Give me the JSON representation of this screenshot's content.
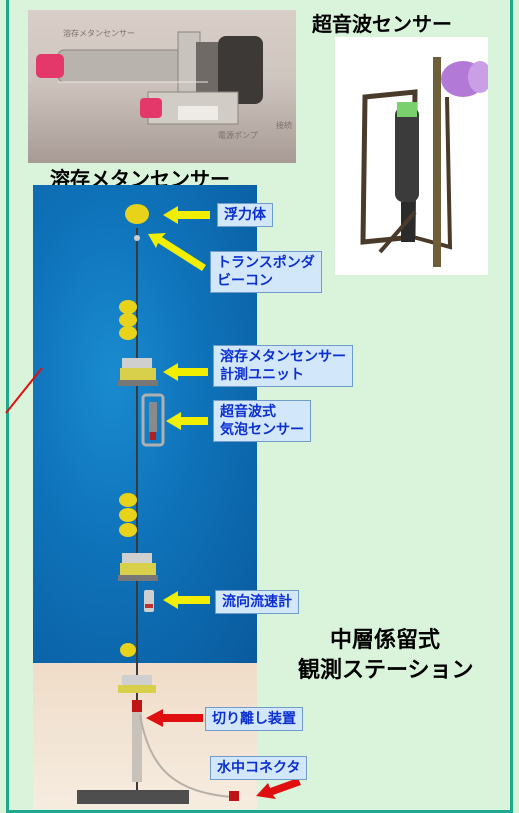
{
  "titles": {
    "ultrasonic_sensor": "超音波センサー",
    "methane_sensor": "溶存メタンセンサー",
    "station_line1": "中層係留式",
    "station_line2": "観測ステーション"
  },
  "photo_labels": {
    "top_tag": "溶存メタンセンサー",
    "bottom_tag": "電源ポンプ",
    "side_tag": "接続"
  },
  "callouts": {
    "float": "浮力体",
    "transponder_line1": "トランスポンダ",
    "transponder_line2": "ビーコン",
    "methane_unit_line1": "溶存メタンセンサー",
    "methane_unit_line2": "計測ユニット",
    "bubble_line1": "超音波式",
    "bubble_line2": "気泡センサー",
    "current_meter": "流向流速計",
    "release": "切り離し装置",
    "connector": "水中コネクタ"
  },
  "colors": {
    "frame_border": "#1fa88e",
    "background": "#d9f4da",
    "ocean": "#0f74bb",
    "callout_fill": "#d3e7fb",
    "callout_text": "#0b2fd1",
    "arrow_yellow": "#f2ee00",
    "arrow_red": "#e01010",
    "float_yellow": "#e8d21a"
  }
}
